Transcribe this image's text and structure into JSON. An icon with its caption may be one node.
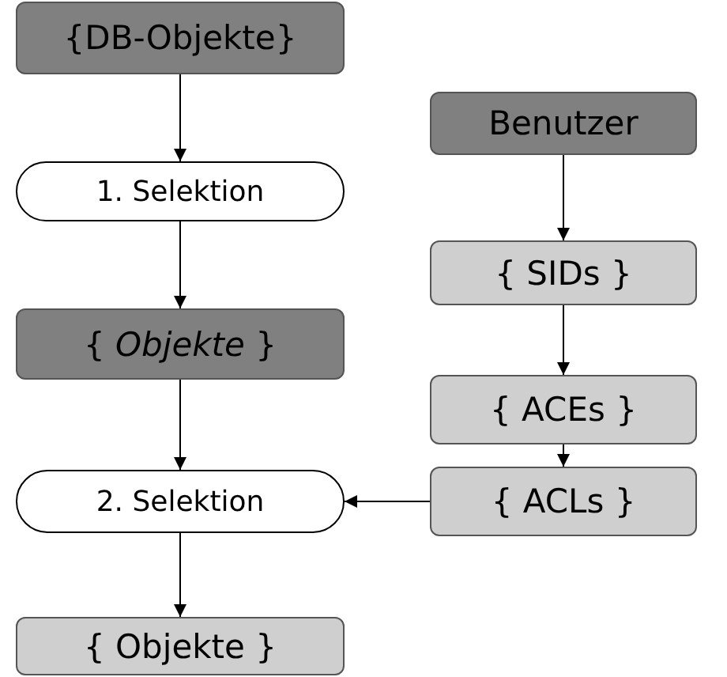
{
  "diagram": {
    "nodes": [
      {
        "text": [
          "{DB-Objekte}"
        ]
      },
      {
        "text": [
          "1. Selektion"
        ]
      },
      {
        "text": [
          "{ *Objekte* }"
        ]
      },
      {
        "text": [
          "2. Selektion"
        ]
      },
      {
        "text": [
          "{ Objekte }"
        ]
      },
      {
        "text": [
          "Benutzer"
        ]
      },
      {
        "text": [
          "{ SIDs }"
        ]
      },
      {
        "text": [
          "{ ACEs }"
        ]
      },
      {
        "text": [
          "{ ACLs }"
        ]
      }
    ],
    "edges": [
      {
        "from": 0,
        "to": 1,
        "arrow": "to"
      },
      {
        "from": 1,
        "to": 2,
        "arrow": "to"
      },
      {
        "from": 2,
        "to": 3,
        "arrow": "to"
      },
      {
        "from": 3,
        "to": 4,
        "arrow": "to"
      },
      {
        "from": 5,
        "to": 6,
        "arrow": "to"
      },
      {
        "from": 6,
        "to": 7,
        "arrow": "to"
      },
      {
        "from": 7,
        "to": 8,
        "arrow": "to"
      },
      {
        "from": 8,
        "to": 3,
        "arrow": "to"
      }
    ]
  }
}
